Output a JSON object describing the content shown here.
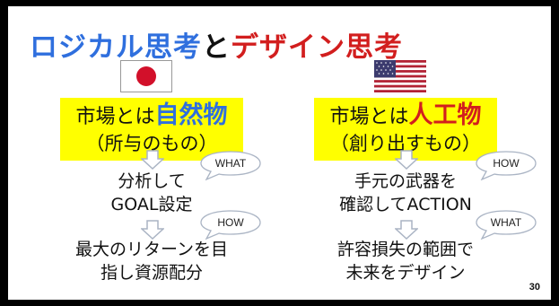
{
  "title": {
    "part1": "ロジカル思考",
    "part2": "と",
    "part3": "デザイン思考"
  },
  "left": {
    "flag": "japan-flag",
    "heading_prefix": "市場とは",
    "heading_emph": "自然物",
    "heading_sub": "（所与のもの）",
    "step1_line1": "分析して",
    "step1_line2": "GOAL設定",
    "step2_line1": "最大のリターンを目",
    "step2_line2": "指し資源配分",
    "bubble1": "WHAT",
    "bubble2": "HOW"
  },
  "right": {
    "flag": "usa-flag",
    "heading_prefix": "市場とは",
    "heading_emph": "人工物",
    "heading_sub": "（創り出すもの）",
    "step1_line1": "手元の武器を",
    "step1_line2": "確認してACTION",
    "step2_line1": "許容損失の範囲で",
    "step2_line2": "未来をデザイン",
    "bubble1": "HOW",
    "bubble2": "WHAT"
  },
  "page_number": "30",
  "colors": {
    "title_blue": "#2f6fde",
    "title_red": "#d21e1e",
    "highlight_yellow": "#ffff00"
  }
}
